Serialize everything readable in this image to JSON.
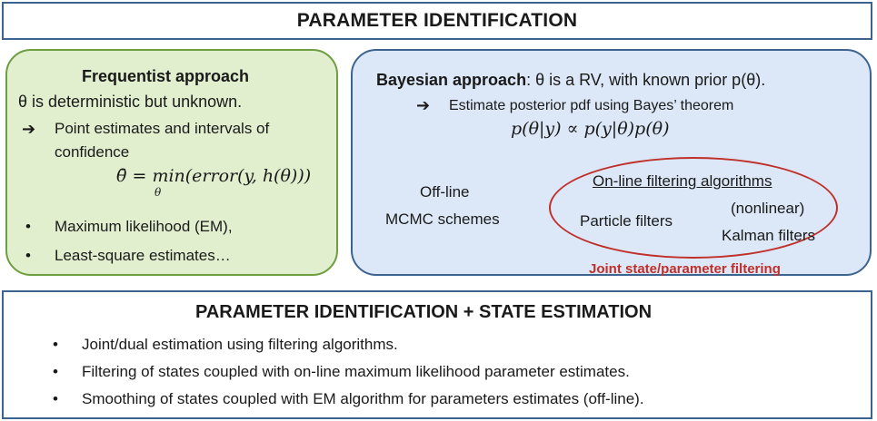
{
  "title": "PARAMETER IDENTIFICATION",
  "frequentist": {
    "heading": "Frequentist approach",
    "theta_statement": "θ is deterministic but unknown.",
    "arrow": "➔",
    "point_estimates_line1": "Point estimates and intervals of",
    "point_estimates_line2": "confidence",
    "formula": "θ̄ = min(error(y, h(θ)))",
    "formula_min_sub": "θ",
    "bullets": [
      "Maximum likelihood (EM),",
      "Least-square estimates…"
    ]
  },
  "bayesian": {
    "heading": "Bayesian approach",
    "heading_rest": ": θ is a RV, with known prior p(θ).",
    "arrow": "➔",
    "estimate_line": "Estimate posterior pdf using Bayes’ theorem",
    "formula": "p(θ|y) ∝ p(y|θ)p(θ)",
    "offline_line1": "Off-line",
    "offline_line2": "MCMC schemes",
    "online_heading": "On-line filtering algorithms",
    "nonlinear": "(nonlinear)",
    "particle_filters": "Particle filters",
    "kalman_filters": "Kalman filters",
    "joint_label": "Joint state/parameter filtering"
  },
  "bottom": {
    "heading": "PARAMETER IDENTIFICATION + STATE ESTIMATION",
    "bullet_char": "•",
    "bullets": [
      "Joint/dual estimation using filtering algorithms.",
      "Filtering of states coupled with on-line maximum likelihood parameter estimates.",
      "Smoothing of states coupled with EM algorithm for parameters estimates (off-line)."
    ]
  },
  "colors": {
    "title_border": "#3d6491",
    "frequentist_fill": "#e1efcf",
    "frequentist_border": "#6d9e3f",
    "bayesian_fill": "#dce8f7",
    "highlight_red": "#c0302a"
  }
}
